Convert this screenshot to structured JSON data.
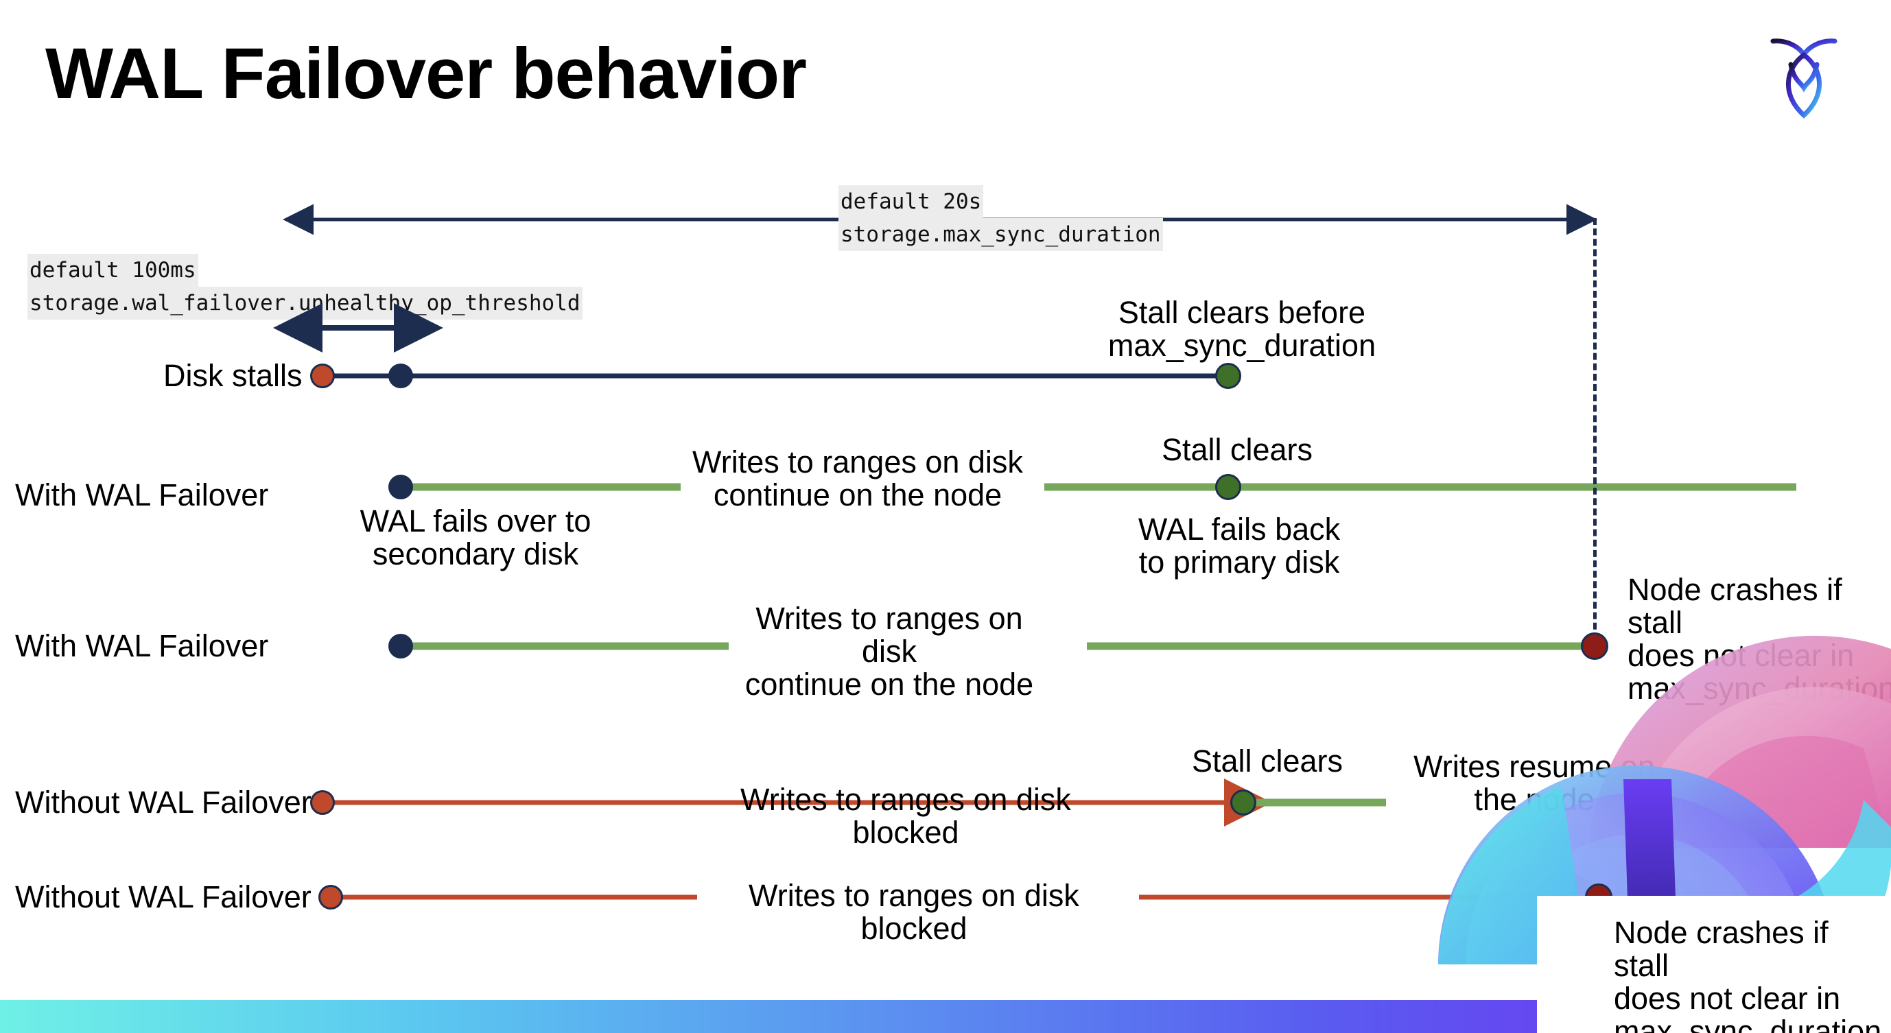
{
  "slide": {
    "title": "WAL Failover behavior",
    "logo_name": "cockroachdb-logo"
  },
  "settings": [
    {
      "id": "max-sync-duration",
      "default_line": "default 20s",
      "setting_line": "storage.max_sync_duration"
    },
    {
      "id": "unhealthy-op-threshold",
      "default_line": "default 100ms",
      "setting_line": "storage.wal_failover.unhealthy_op_threshold"
    }
  ],
  "rows": [
    {
      "id": "disk-stalls",
      "label": "Disk stalls"
    },
    {
      "id": "with-wal-failover-1",
      "label": "With WAL Failover"
    },
    {
      "id": "with-wal-failover-2",
      "label": "With WAL Failover"
    },
    {
      "id": "without-wal-failover-1",
      "label": "Without WAL Failover"
    },
    {
      "id": "without-wal-failover-2",
      "label": "Without WAL Failover"
    }
  ],
  "annotations": {
    "stall_clears_before": "Stall clears before\nmax_sync_duration",
    "stall_clears_1": "Stall clears",
    "stall_clears_2": "Stall clears",
    "writes_continue_1": "Writes to ranges on disk\ncontinue on the node",
    "writes_continue_2": "Writes to ranges on disk\ncontinue on the node",
    "wal_fails_over": "WAL fails over to\nsecondary disk",
    "wal_fails_back": "WAL fails  back\nto primary disk",
    "node_crashes_1": "Node crashes if stall\ndoes not clear in\nmax_sync_duration",
    "node_crashes_2": "Node crashes if stall\ndoes not clear in\nmax_sync_duration",
    "writes_blocked_1": "Writes to ranges on disk  blocked",
    "writes_blocked_2": "Writes to ranges on disk  blocked",
    "writes_resume": "Writes resume on\nthe node"
  },
  "colors": {
    "navy": "#1d2d4f",
    "green_line": "#76a75b",
    "green_dot": "#3e7027",
    "red_line": "#c0492c",
    "red_dot": "#c0492c",
    "dark_red_dot": "#8f1d17",
    "code_bg": "#ececec",
    "title": "#000000"
  }
}
